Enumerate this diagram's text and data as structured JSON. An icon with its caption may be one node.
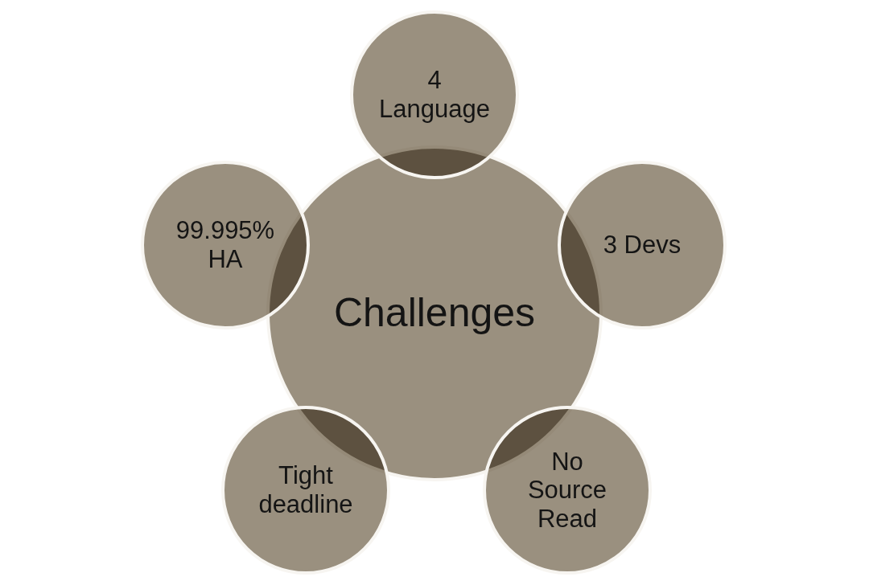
{
  "diagram": {
    "nodes": [
      {
        "text": [
          "Challenges"
        ]
      },
      {
        "text": [
          "4 Language"
        ]
      },
      {
        "text": [
          "3 Devs"
        ]
      },
      {
        "text": [
          "No Source Read"
        ]
      },
      {
        "text": [
          "Tight deadline"
        ]
      },
      {
        "text": [
          "99.995% HA"
        ]
      }
    ]
  }
}
